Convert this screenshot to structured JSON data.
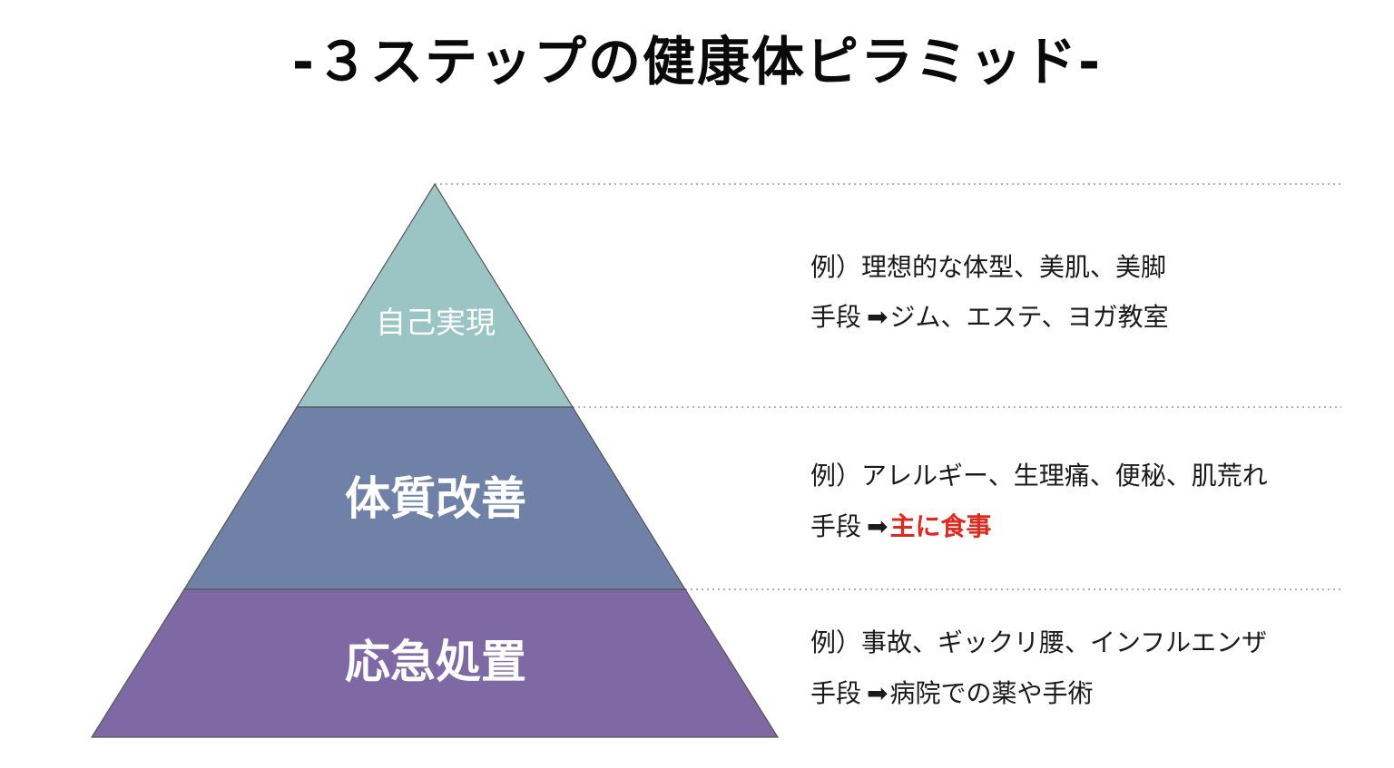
{
  "title": "-３ステップの健康体ピラミッド-",
  "colors": {
    "top_tier": "#9bc5c4",
    "middle_tier": "#6f81a7",
    "bottom_tier": "#7f69a5",
    "highlight": "#e02a1f",
    "divider": "#999999"
  },
  "tiers": [
    {
      "label": "自己実現",
      "example": "例）理想的な体型、美肌、美脚",
      "method_prefix": "手段",
      "arrow_icon": "➡",
      "method": "ジム、エステ、ヨガ教室",
      "method_highlight": ""
    },
    {
      "label": "体質改善",
      "example": "例）アレルギー、生理痛、便秘、肌荒れ",
      "method_prefix": "手段",
      "arrow_icon": "➡",
      "method": "",
      "method_highlight": "主に食事"
    },
    {
      "label": "応急処置",
      "example": "例）事故、ギックリ腰、インフルエンザ",
      "method_prefix": "手段",
      "arrow_icon": "➡",
      "method": "病院での薬や手術",
      "method_highlight": ""
    }
  ]
}
